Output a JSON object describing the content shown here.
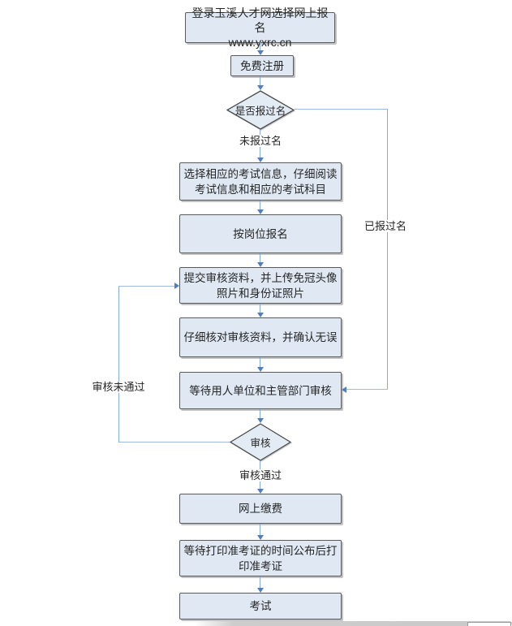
{
  "flowchart": {
    "nodes": {
      "start": {
        "line1": "登录玉溪人才网选择网上报名",
        "line2": "www.yxrc.cn"
      },
      "register": "免费注册",
      "decision_registered": "是否报过名",
      "select_exam_info": "选择相应的考试信息，仔细阅读考试信息和相应的考试科目",
      "apply_by_post": "按岗位报名",
      "submit_review_materials": "提交审核资料，并上传免冠头像照片和身份证照片",
      "verify_materials": "仔细核对审核资料，并确认无误",
      "wait_for_review": "等待用人单位和主管部门审核",
      "decision_review": "审核",
      "pay_online": "网上缴费",
      "wait_print_ticket": "等待打印准考证的时间公布后打印准考证",
      "exam": "考试"
    },
    "edge_labels": {
      "not_registered": "未报过名",
      "already_registered": "已报过名",
      "review_not_passed": "审核未通过",
      "review_passed": "审核通过"
    },
    "colors": {
      "node_fill": "#dfe8f3",
      "node_border": "#5a5a5a",
      "connector_line": "#85abd9",
      "arrowhead": "#4e7fc1",
      "text": "#262626"
    }
  }
}
